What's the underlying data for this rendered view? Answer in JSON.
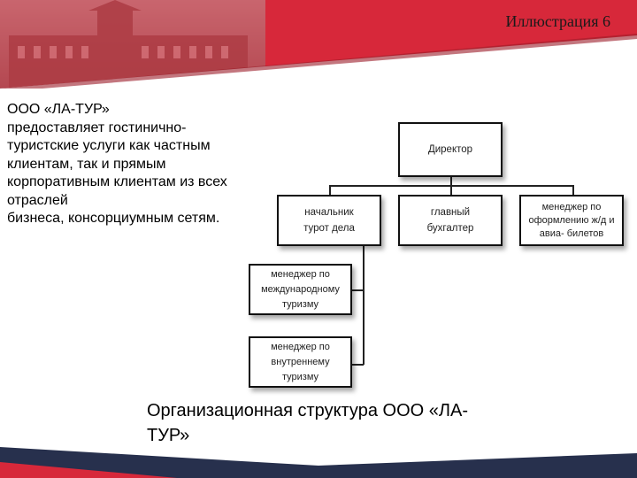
{
  "slide_label": "Иллюстрация 6",
  "description": {
    "lines": [
      "ООО «ЛА-ТУР»",
      "предоставляет гостинично-",
      "туристские услуги как частным",
      "клиентам, так и прямым",
      "корпоративным клиентам из всех",
      "отраслей",
      "бизнеса, консорциумным сетям."
    ]
  },
  "org_chart": {
    "director": [
      "Директор"
    ],
    "head_tour": [
      "начальник",
      "турот дела"
    ],
    "chief_accountant": [
      "главный",
      "бухгалтер"
    ],
    "manager_tickets": [
      "менеджер по",
      "оформлению ж/д и",
      "авиа- билетов"
    ],
    "manager_international": [
      "менеджер по",
      "международному",
      "туризму"
    ],
    "manager_domestic": [
      "менеджер по",
      "внутреннему",
      "туризму"
    ]
  },
  "caption": {
    "lines": [
      "Организационная структура ООО «ЛА-",
      "ТУР»"
    ]
  },
  "colors": {
    "banner_red": "#d7283a",
    "banner_dark": "#9b1a28",
    "banner_navy": "#27304d"
  }
}
